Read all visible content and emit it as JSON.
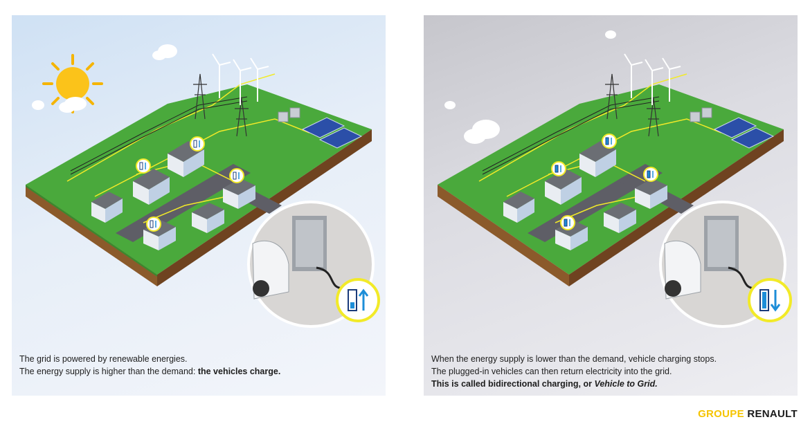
{
  "panels": [
    {
      "id": "charging",
      "caption": {
        "line1": "The grid is powered by renewable energies.",
        "line2_prefix": "The energy supply is higher than the demand: ",
        "line2_bold": "the vehicles charge."
      }
    },
    {
      "id": "vehicle-to-grid",
      "caption": {
        "line1": "When the energy supply is lower than the demand, vehicle charging stops.",
        "line2": "The plugged-in vehicles can then return electricity into the grid.",
        "line3_prefix": "This is called bidirectional charging, or ",
        "line3_italic": "Vehicle to Grid."
      }
    }
  ],
  "brand": {
    "part1": "GROUPE",
    "part2": "RENAULT"
  },
  "colors": {
    "grass": "#47a73a",
    "soil": "#8b5a2b",
    "power_line": "#f2ea28",
    "battery_accent": "#1d8ed8",
    "brand_yellow": "#f5c400"
  }
}
